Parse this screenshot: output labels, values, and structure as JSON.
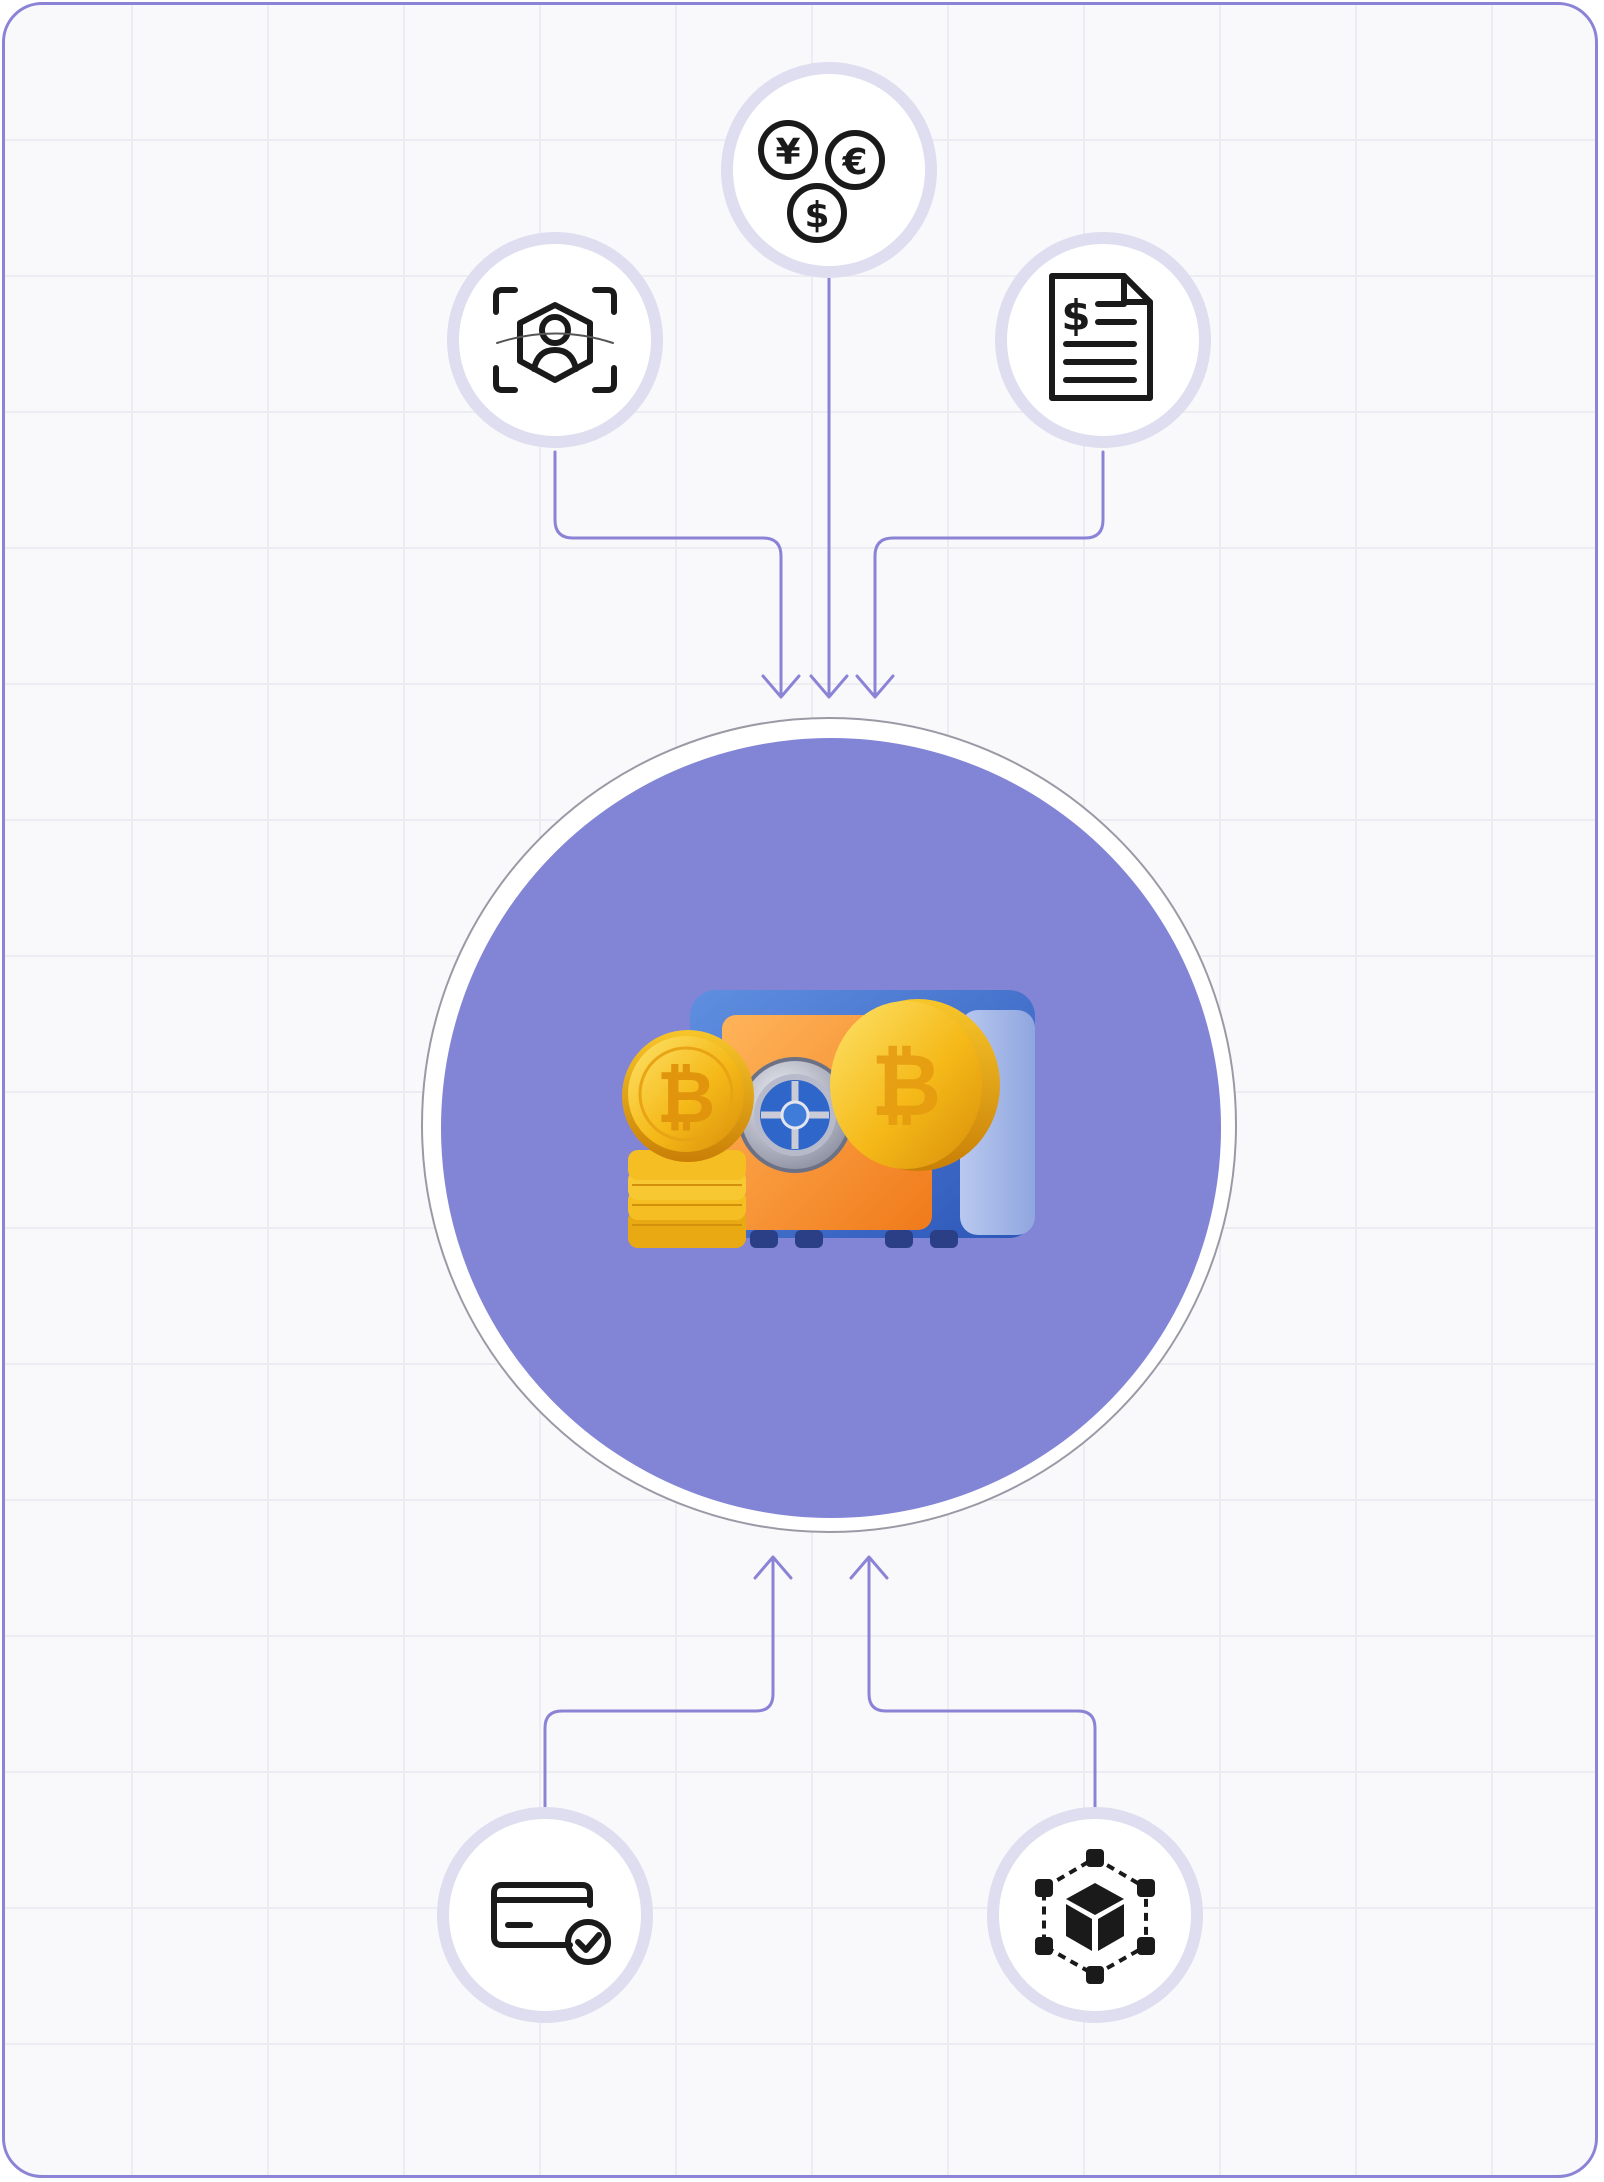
{
  "colors": {
    "accent": "#8b83d6",
    "hub_fill": "#8284d6",
    "node_border": "#dcdcef",
    "grid": "#ececf2",
    "background": "#f9f9fb"
  },
  "nodes": [
    {
      "id": "identity",
      "icon": "face-scan-icon"
    },
    {
      "id": "currency",
      "icon": "currency-coins-icon"
    },
    {
      "id": "invoice",
      "icon": "invoice-document-icon"
    },
    {
      "id": "card",
      "icon": "card-verified-icon"
    },
    {
      "id": "blockchain",
      "icon": "blockchain-cube-icon"
    }
  ],
  "hub": {
    "icon": "safe-vault-with-bitcoins-icon"
  }
}
